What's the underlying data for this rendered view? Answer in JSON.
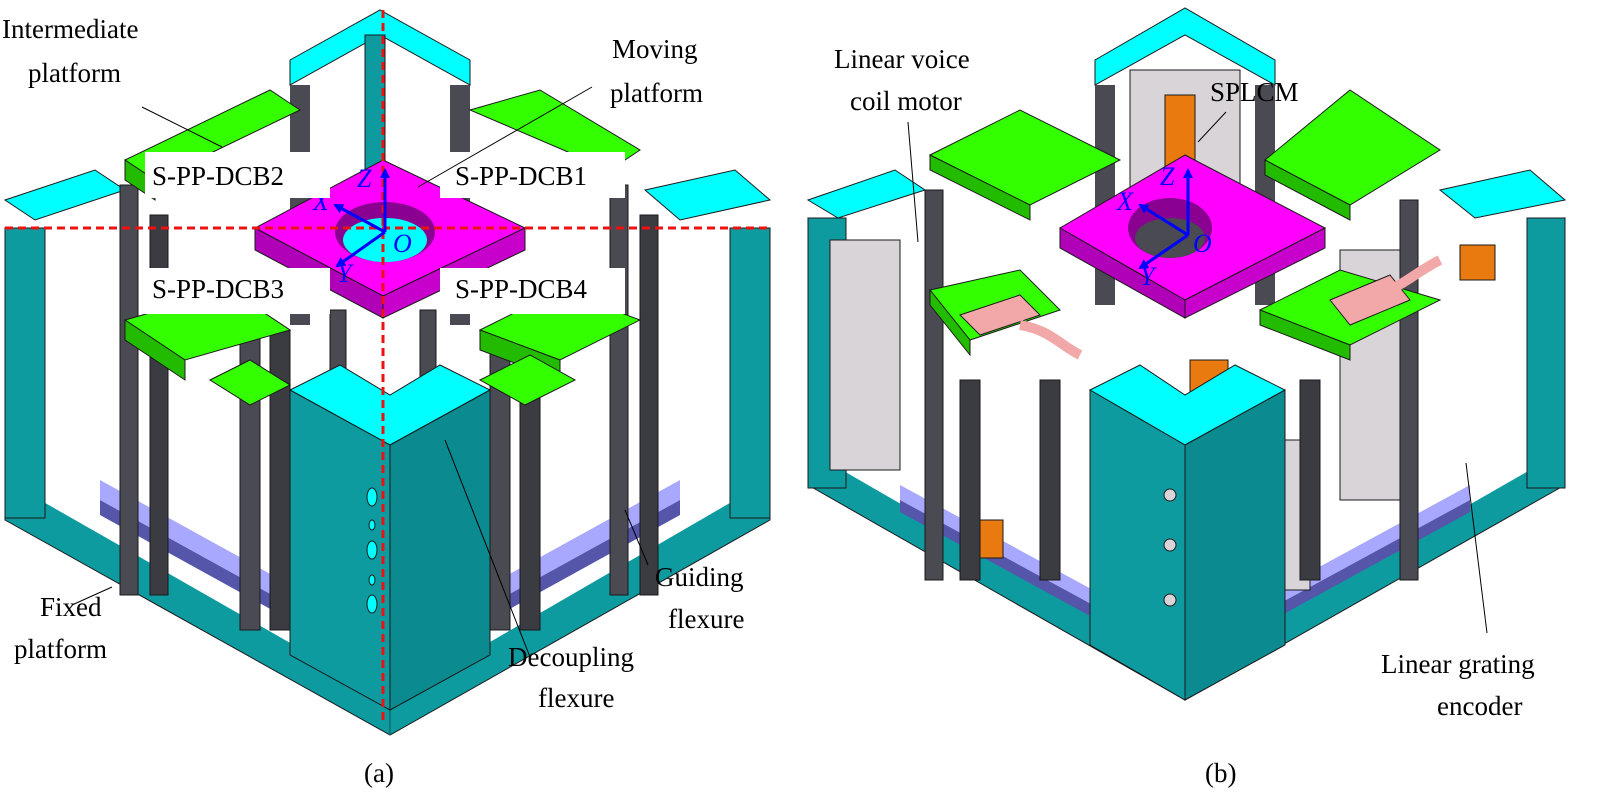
{
  "figure": {
    "panels": [
      {
        "id": "a",
        "caption": "(a)",
        "labels": {
          "intermediate_platform": [
            "Intermediate",
            "platform"
          ],
          "moving_platform": [
            "Moving",
            "platform"
          ],
          "fixed_platform": [
            "Fixed",
            "platform"
          ],
          "guiding_flexure": [
            "Guiding",
            "flexure"
          ],
          "decoupling_flexure": [
            "Decoupling",
            "flexure"
          ]
        },
        "modules": [
          "S-PP-DCB1",
          "S-PP-DCB2",
          "S-PP-DCB3",
          "S-PP-DCB4"
        ],
        "axes": {
          "x": "X",
          "y": "Y",
          "z": "Z",
          "origin": "O"
        }
      },
      {
        "id": "b",
        "caption": "(b)",
        "labels": {
          "voice_coil_motor": [
            "Linear voice",
            "coil motor"
          ],
          "splcm": [
            "SPLCM"
          ],
          "grating_encoder": [
            "Linear grating",
            "encoder"
          ]
        },
        "axes": {
          "x": "X",
          "y": "Y",
          "z": "Z",
          "origin": "O"
        }
      }
    ],
    "colors": {
      "fixed_platform_top": "#00ffff",
      "fixed_platform_side": "#0e9ba0",
      "intermediate_platform_top": "#33ff00",
      "intermediate_platform_side": "#22bb00",
      "moving_platform_top": "#ff00ff",
      "moving_platform_side": "#b000b8",
      "flexure": "#4a4a52",
      "base_plate": "#a8a8ff",
      "base_plate_side": "#5555aa",
      "axis": "#0000ff",
      "centerline": "#ee1111",
      "coil": "#e87a10",
      "encoder": "#f2a8a8",
      "bracket": "#d8d4d8"
    }
  }
}
